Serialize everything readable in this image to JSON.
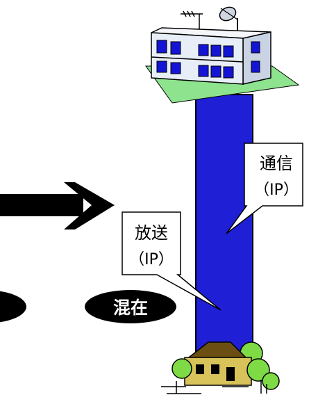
{
  "callouts": {
    "communication": {
      "line1": "通信",
      "line2": "（IP）"
    },
    "broadcast": {
      "line1": "放送",
      "line2": "（IP）"
    }
  },
  "badges": {
    "mixed": "混在"
  },
  "colors": {
    "pipe": "#1f1fd6",
    "pill": "#000000",
    "lawn": "#8ee38e",
    "building_wall": "#e8eef8",
    "window": "#1414d4",
    "house_roof": "#6b4f12",
    "house_wall": "#d8c25a",
    "tree": "#7edb45"
  }
}
